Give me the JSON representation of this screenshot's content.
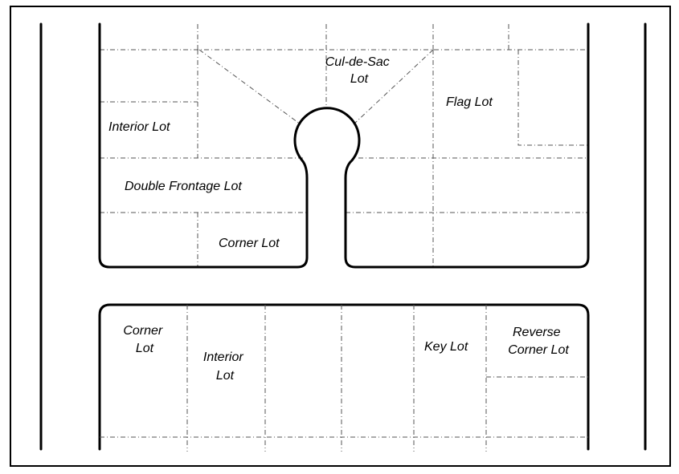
{
  "labels": {
    "cul_de_sac": [
      "Cul-de-Sac",
      "Lot"
    ],
    "flag_lot": "Flag Lot",
    "interior_lot_top": "Interior Lot",
    "double_frontage_lot": "Double Frontage Lot",
    "corner_lot_top": "Corner Lot",
    "corner_lot_bottom": [
      "Corner",
      "Lot"
    ],
    "interior_lot_bottom": [
      "Interior",
      "Lot"
    ],
    "key_lot": "Key Lot",
    "reverse_corner_lot": [
      "Reverse",
      "Corner Lot"
    ]
  }
}
